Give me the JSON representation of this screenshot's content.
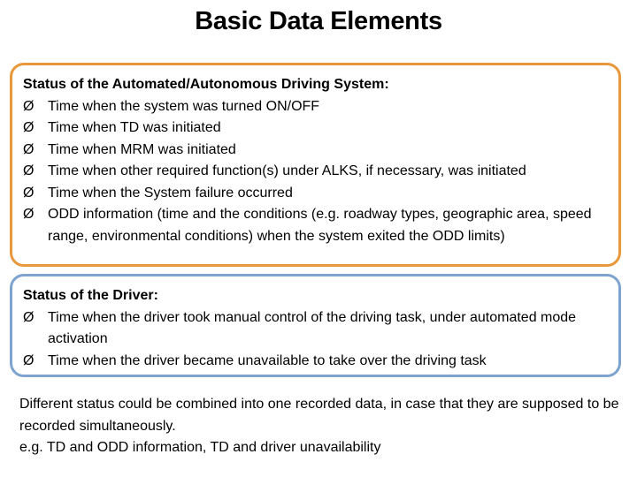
{
  "slide": {
    "title": "Basic Data Elements"
  },
  "bullet_glyph": "Ø",
  "system_status": {
    "heading": "Status of the Automated/Autonomous Driving System:",
    "items": [
      "Time when the system was turned ON/OFF",
      "Time when TD was initiated",
      "Time when MRM was initiated",
      "Time when other required function(s) under ALKS, if necessary, was initiated",
      "Time when the System failure occurred",
      "ODD information (time and the conditions (e.g. roadway types, geographic area, speed range, environmental conditions) when the system exited the ODD limits)"
    ],
    "border_color": "#e8973a"
  },
  "driver_status": {
    "heading": "Status of the Driver:",
    "items": [
      "Time when the driver took manual control of the driving task, under automated mode activation",
      "Time when the driver became unavailable to take over the driving task"
    ],
    "border_color": "#7ea3cf"
  },
  "note": {
    "line1": "Different status could be combined into one recorded data, in case that they are supposed to be recorded simultaneously.",
    "line2": "e.g. TD and ODD information, TD and driver unavailability"
  }
}
